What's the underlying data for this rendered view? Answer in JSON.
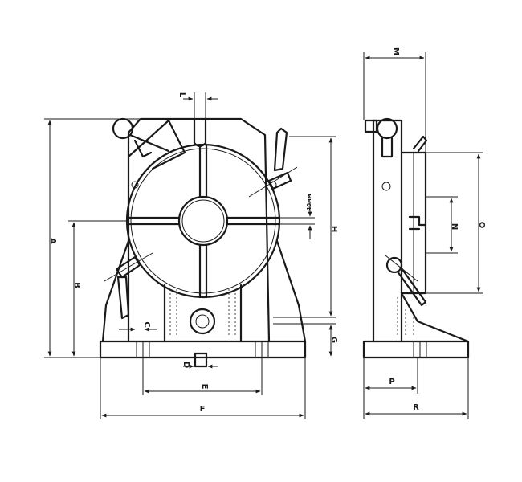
{
  "dimension_labels": {
    "A": "A",
    "B": "B",
    "C": "C",
    "D": "D",
    "E": "E",
    "F": "F",
    "G": "G",
    "H": "H",
    "L": "L",
    "M": "M",
    "N": "N",
    "O": "O",
    "P": "P",
    "R": "R",
    "slot": "40мм"
  }
}
